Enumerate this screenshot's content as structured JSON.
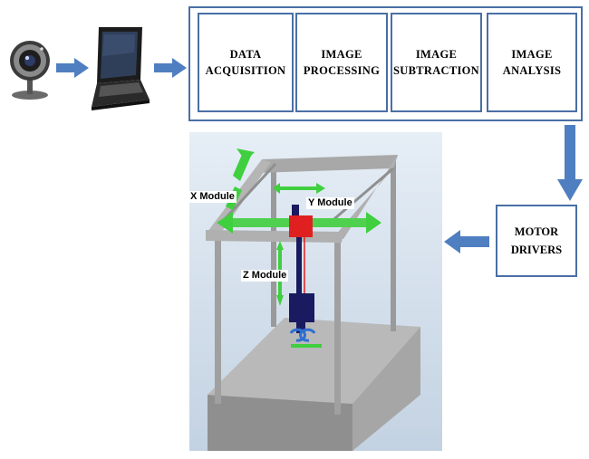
{
  "stages": [
    {
      "label": "DATA ACQUISITION"
    },
    {
      "label": "IMAGE PROCESSING"
    },
    {
      "label": "IMAGE SUBTRACTION"
    },
    {
      "label": "IMAGE ANALYSIS"
    }
  ],
  "motor_drivers": {
    "label": "MOTOR DRIVERS"
  },
  "cad_labels": {
    "x_module": "X Module",
    "y_module": "Y Module",
    "z_module": "Z Module"
  },
  "colors": {
    "box_border": "#4a6fa5",
    "arrow_fill": "#4f7fc0",
    "module_arrow": "#3fcf3f",
    "cad_background": "#c9d6e6",
    "y_carriage": "#e02020",
    "z_carriage": "#1a1a60"
  }
}
